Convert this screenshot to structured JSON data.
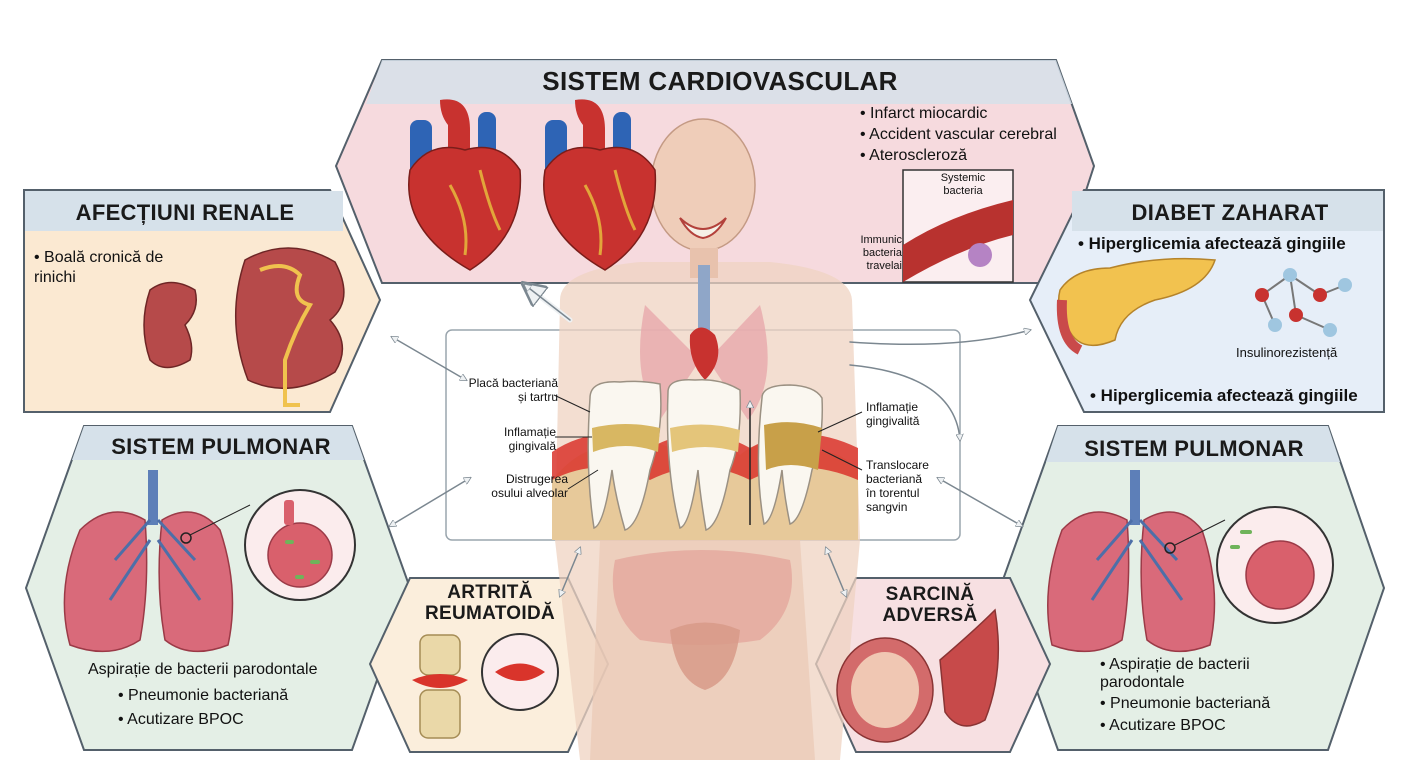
{
  "cardio": {
    "title": "SISTEM CARDIOVASCULAR",
    "bullets": [
      "• Infarct miocardic",
      "• Accident vascular cerebral",
      "• Ateroscleroză"
    ],
    "vessel_top_label": "Systemic\nbacteria",
    "vessel_side_label": "Immunic\nbacteria\ntravelai"
  },
  "renal": {
    "title": "AFECȚIUNI RENALE",
    "bullet": "• Boală cronică de\n  rinichi"
  },
  "diabet": {
    "title": "DIABET ZAHARAT",
    "bullet_top": "• Hiperglicemia afectează gingiile",
    "insulin_label": "Insulinorezistență",
    "bullet_bottom": "• Hiperglicemia afectează gingiile"
  },
  "pulm_left": {
    "title": "SISTEM PULMONAR",
    "bullets": [
      "Aspirație de bacterii parodontale",
      "• Pneumonie bacteriană",
      "• Acutizare BPOC"
    ]
  },
  "pulm_right": {
    "title": "SISTEM PULMONAR",
    "bullets": [
      "• Aspirație de bacterii\n  parodontale",
      "• Pneumonie bacteriană",
      "• Acutizare BPOC"
    ]
  },
  "artrita": {
    "title": "ARTRITĂ\nREUMATOIDĂ"
  },
  "sarcina": {
    "title": "SARCINĂ\nADVERSĂ"
  },
  "teeth": {
    "placa": "Placă bacteriană\nși tartru",
    "inflam_left": "Inflamație\ngingivală",
    "distrugere": "Distrugerea\nosului alveolar",
    "inflam_right": "Inflamație\ngingivalită",
    "translocare": "Translocare\nbacteriană\nîn torentul\nsangvin"
  },
  "colors": {
    "cardio_fill": "#f6dade",
    "renal_fill": "#fbe9d2",
    "diabet_fill": "#e6eef8",
    "pulm_fill": "#e4efe6",
    "artrita_fill": "#fbeedc",
    "sarcina_fill": "#f7e0e2",
    "header_fill": "#d6e1ea",
    "border": "#54606b",
    "heart_red": "#c8322f",
    "vessel_blue": "#2e64b5",
    "gum_red": "#d9342b",
    "lung_pink": "#d96a7a"
  }
}
